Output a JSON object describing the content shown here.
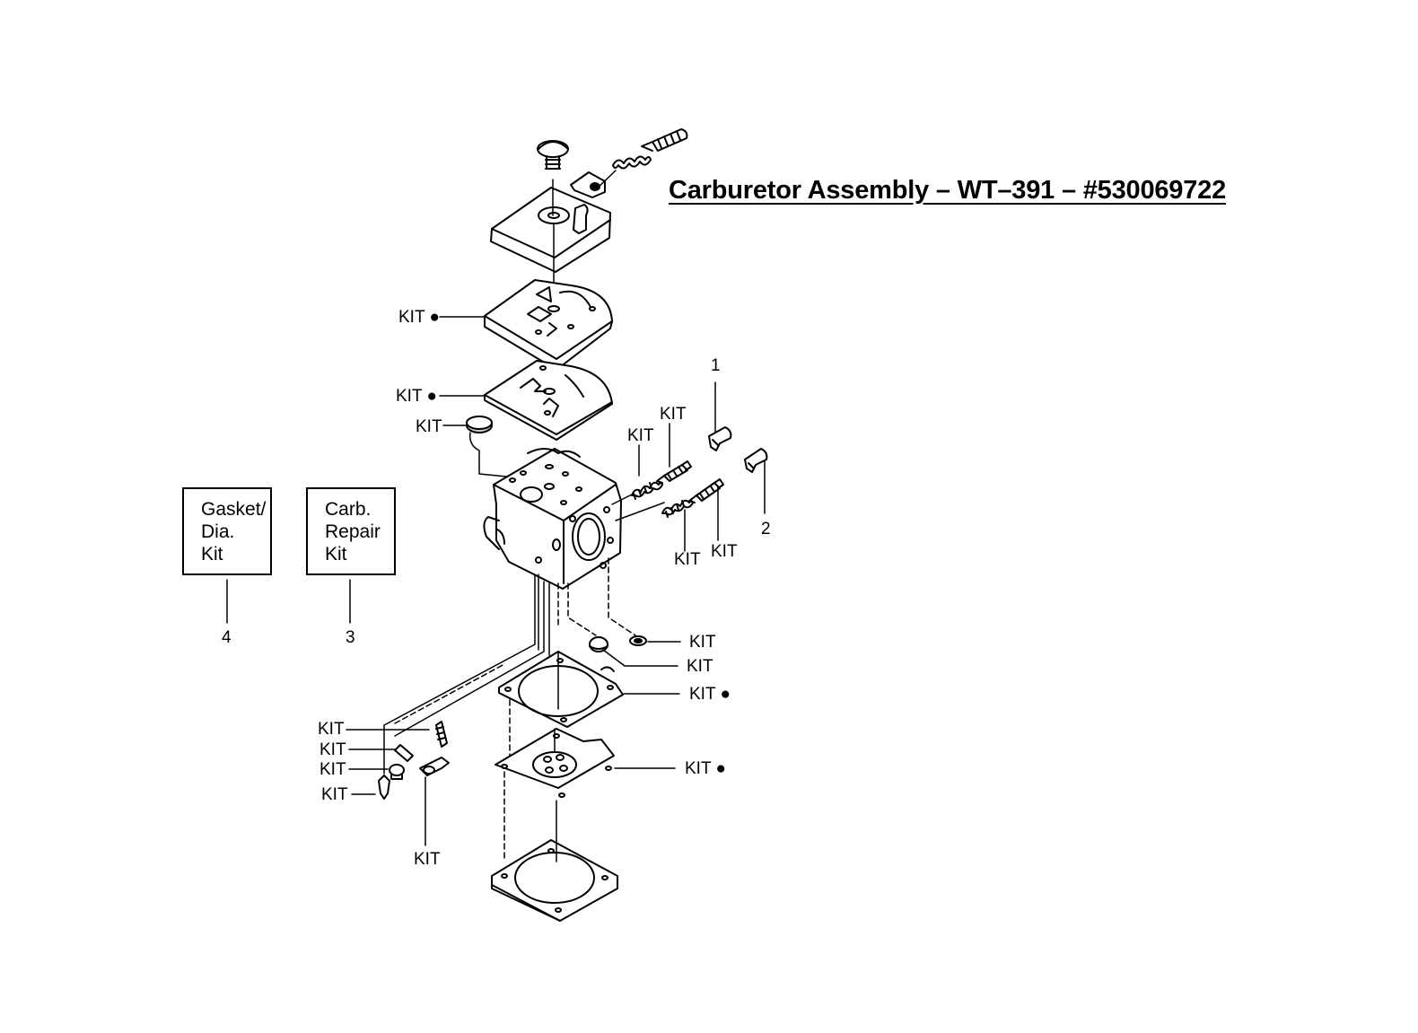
{
  "title": "Carburetor Assembly – WT–391 – #530069722",
  "kit_boxes": [
    {
      "number": "4",
      "lines": [
        "Gasket/",
        "Dia.",
        "Kit"
      ]
    },
    {
      "number": "3",
      "lines": [
        "Carb.",
        "Repair",
        "Kit"
      ]
    }
  ],
  "callouts": {
    "kit": "KIT",
    "kit_dot": "KIT ●",
    "n1": "1",
    "n2": "2"
  }
}
